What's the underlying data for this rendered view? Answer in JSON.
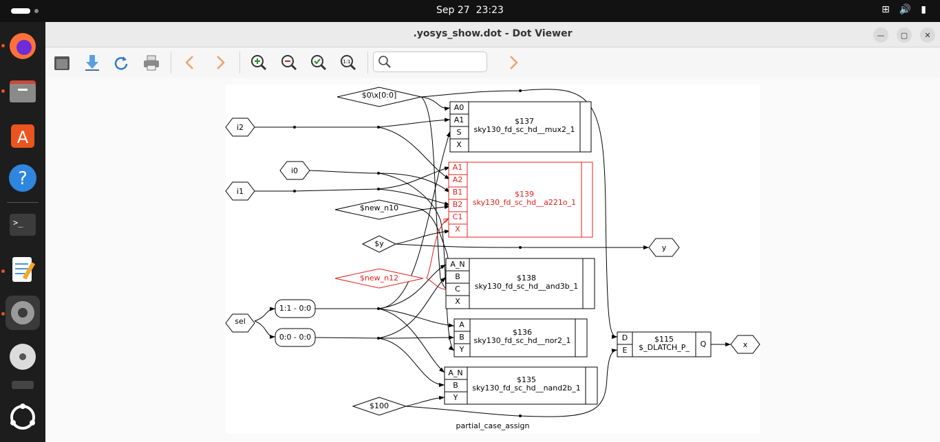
{
  "topbar": {
    "date": "Sep 27",
    "time": "23:23"
  },
  "window": {
    "title": ".yosys_show.dot - Dot Viewer"
  },
  "colors": {
    "red": "#e0201c"
  },
  "graph": {
    "caption": "partial_case_assign",
    "ports": {
      "i2": "i2",
      "i0": "i0",
      "i1": "i1",
      "sel": "sel",
      "y": "y",
      "x": "x"
    },
    "wires": {
      "x_q": "$0\\x[0:0]",
      "n10": "$new_n10",
      "y": "$y",
      "n12": "$new_n12",
      "n100": "$100"
    },
    "slices": {
      "s1": "1:1 - 0:0",
      "s0": "0:0 - 0:0"
    },
    "cells": {
      "c137": {
        "id": "$137",
        "type": "sky130_fd_sc_hd__mux2_1",
        "pins": [
          "A0",
          "A1",
          "S",
          "X"
        ]
      },
      "c139": {
        "id": "$139",
        "type": "sky130_fd_sc_hd__a221o_1",
        "pins": [
          "A1",
          "A2",
          "B1",
          "B2",
          "C1",
          "X"
        ]
      },
      "c138": {
        "id": "$138",
        "type": "sky130_fd_sc_hd__and3b_1",
        "pins": [
          "A_N",
          "B",
          "C",
          "X"
        ]
      },
      "c136": {
        "id": "$136",
        "type": "sky130_fd_sc_hd__nor2_1",
        "pins": [
          "A",
          "B",
          "Y"
        ]
      },
      "c135": {
        "id": "$135",
        "type": "sky130_fd_sc_hd__nand2b_1",
        "pins": [
          "A_N",
          "B",
          "Y"
        ]
      },
      "c115": {
        "id": "$115",
        "type": "$_DLATCH_P_",
        "pins": [
          "D",
          "E",
          "Q"
        ]
      }
    }
  }
}
